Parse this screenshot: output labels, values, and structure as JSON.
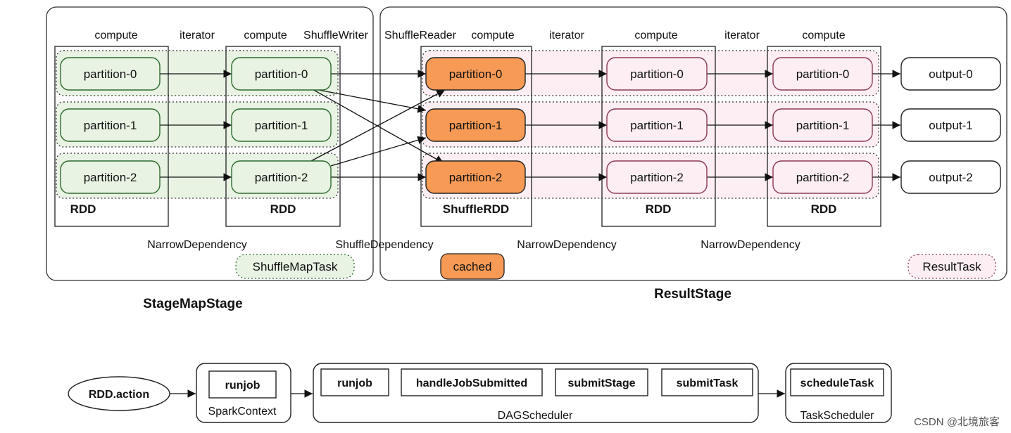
{
  "labels": {
    "compute": "compute",
    "iterator": "iterator",
    "shuffle_writer": "ShuffleWriter",
    "shuffle_reader": "ShuffleReader",
    "narrow_dependency": "NarrowDependency",
    "shuffle_dependency": "ShuffleDependency",
    "rdd": "RDD",
    "shuffle_rdd": "ShuffleRDD"
  },
  "partitions": [
    "partition-0",
    "partition-1",
    "partition-2"
  ],
  "outputs": [
    "output-0",
    "output-1",
    "output-2"
  ],
  "legend": {
    "shuffle_map_task": "ShuffleMapTask",
    "cached": "cached",
    "result_task": "ResultTask"
  },
  "stages": {
    "map_stage": "StageMapStage",
    "result_stage": "ResultStage"
  },
  "flow": {
    "action": "RDD.action",
    "spark_context": {
      "label": "SparkContext",
      "method": "runjob"
    },
    "dag_scheduler": {
      "label": "DAGScheduler",
      "methods": [
        "runjob",
        "handleJobSubmitted",
        "submitStage",
        "submitTask"
      ]
    },
    "task_scheduler": {
      "label": "TaskScheduler",
      "method": "scheduleTask"
    }
  },
  "watermark": "CSDN @北境旅客",
  "colors": {
    "map_fill": "#e8f3e3",
    "map_border": "#2e6b2e",
    "cached_fill": "#f79a55",
    "result_fill": "#fceef2",
    "result_border": "#8b3a55"
  }
}
